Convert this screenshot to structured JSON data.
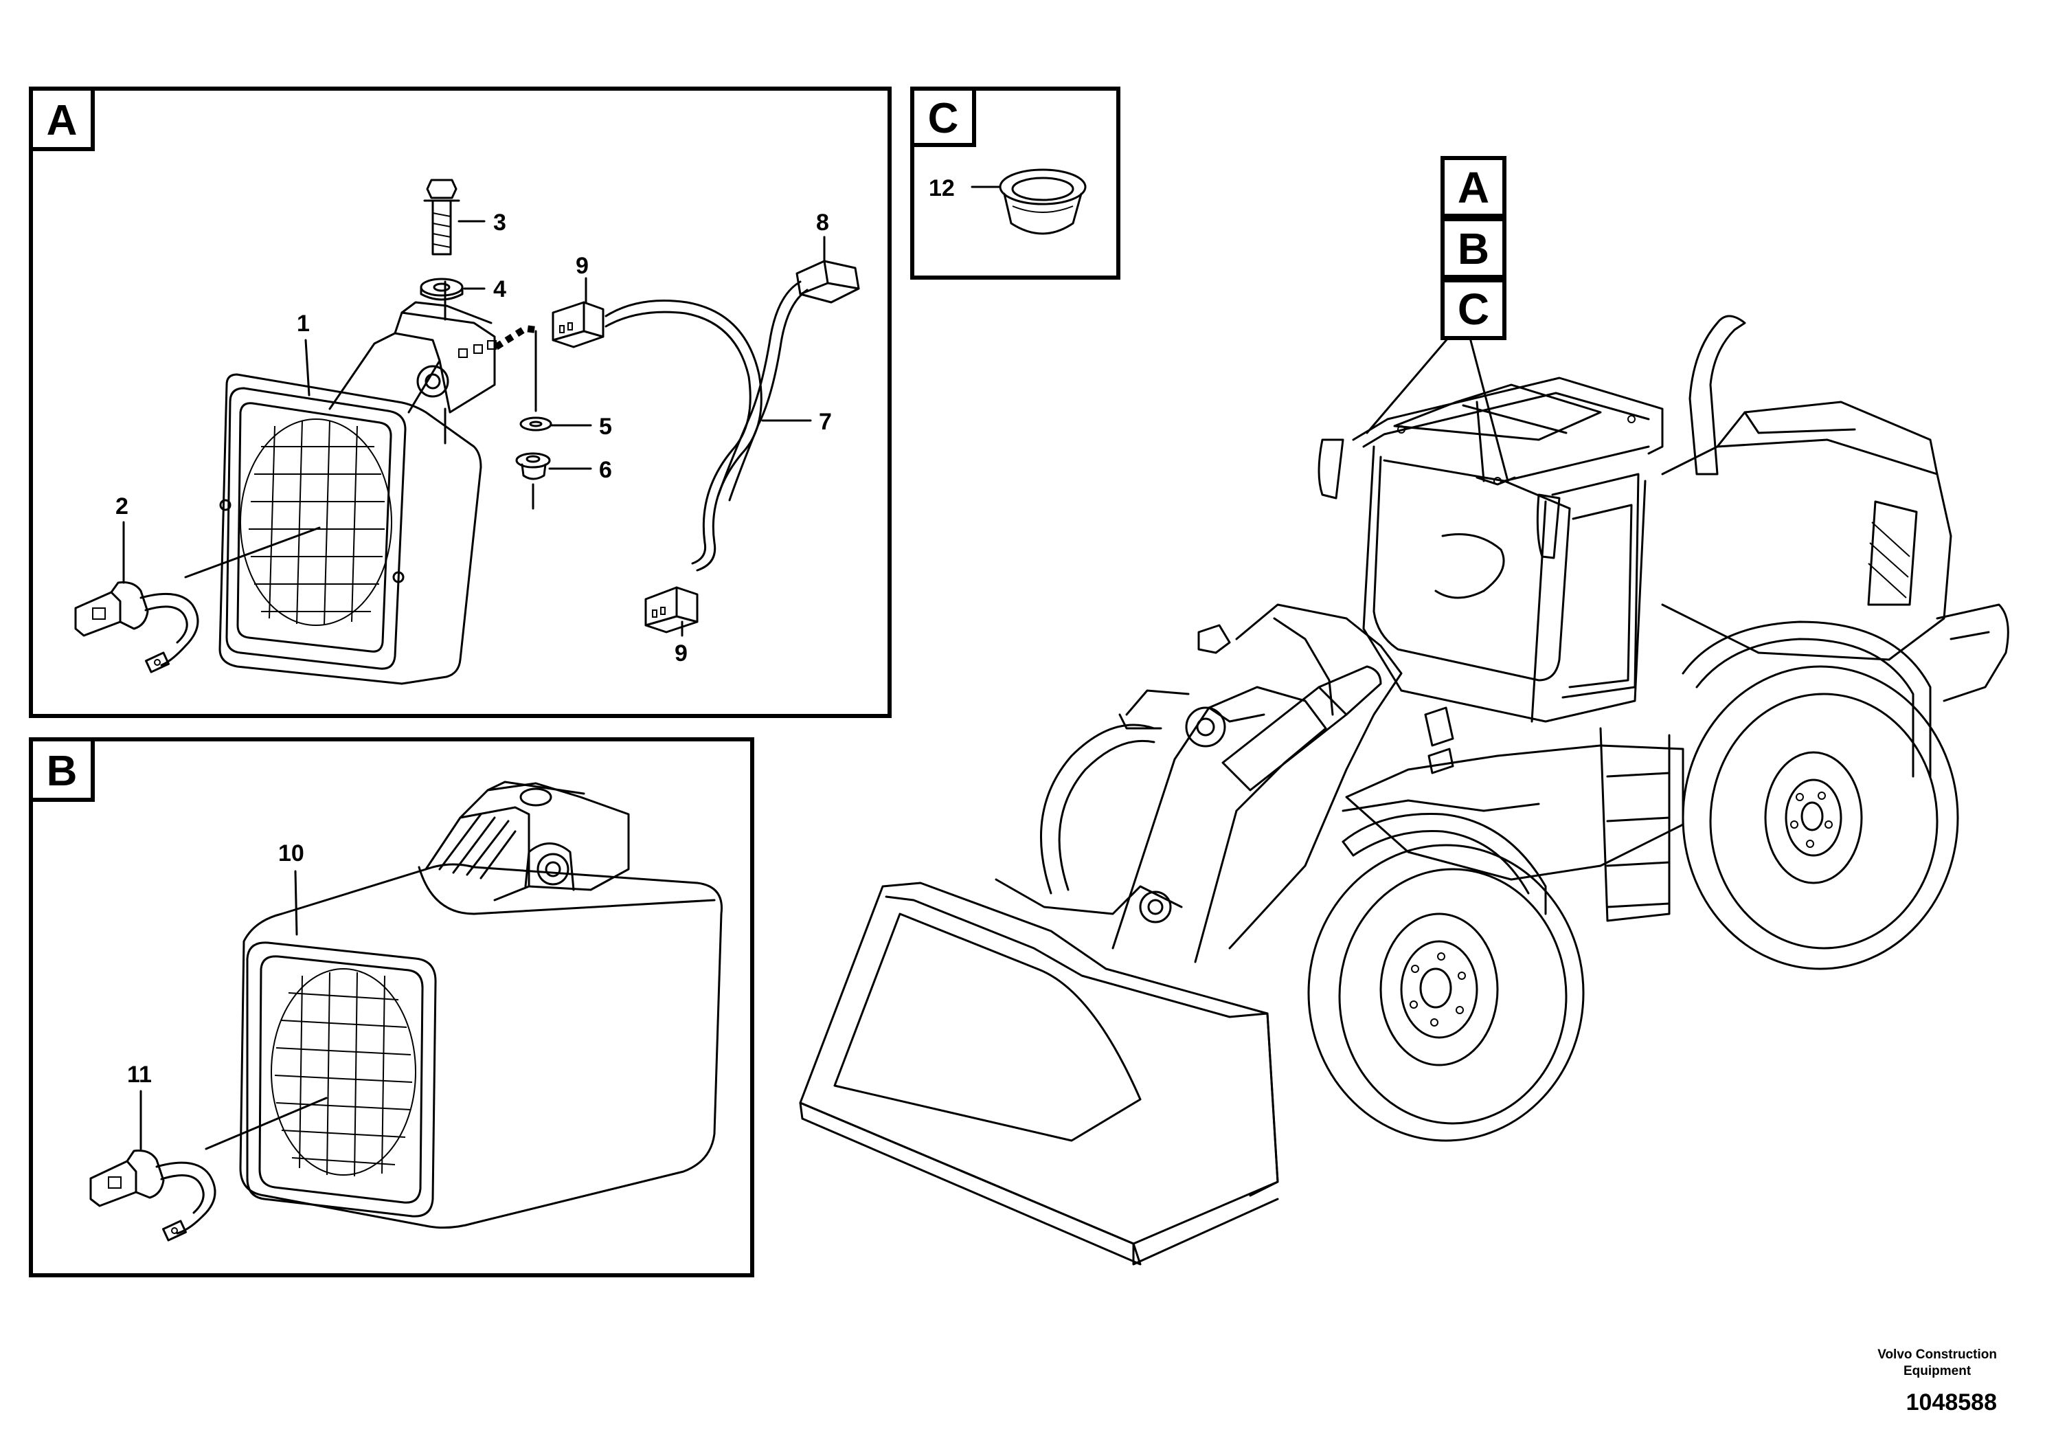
{
  "panels": {
    "a": {
      "label": "A"
    },
    "b": {
      "label": "B"
    },
    "c": {
      "label": "C"
    }
  },
  "view_markers": [
    "A",
    "B",
    "C"
  ],
  "callouts": {
    "n1": "1",
    "n2": "2",
    "n3": "3",
    "n4": "4",
    "n5": "5",
    "n6": "6",
    "n7": "7",
    "n8": "8",
    "n9a": "9",
    "n9b": "9",
    "n10": "10",
    "n11": "11",
    "n12": "12"
  },
  "footer": {
    "company_line1": "Volvo Construction",
    "company_line2": "Equipment",
    "document_number": "1048588"
  },
  "icons": {
    "work_lamp_a": "work-lamp-icon",
    "work_lamp_b": "work-lamp-icon",
    "bulb": "bulb-icon",
    "bolt": "bolt-icon",
    "washer": "washer-icon",
    "nut": "nut-icon",
    "cable_harness": "cable-harness-icon",
    "connector": "connector-icon",
    "grommet": "grommet-icon",
    "wheel_loader": "wheel-loader-icon"
  }
}
